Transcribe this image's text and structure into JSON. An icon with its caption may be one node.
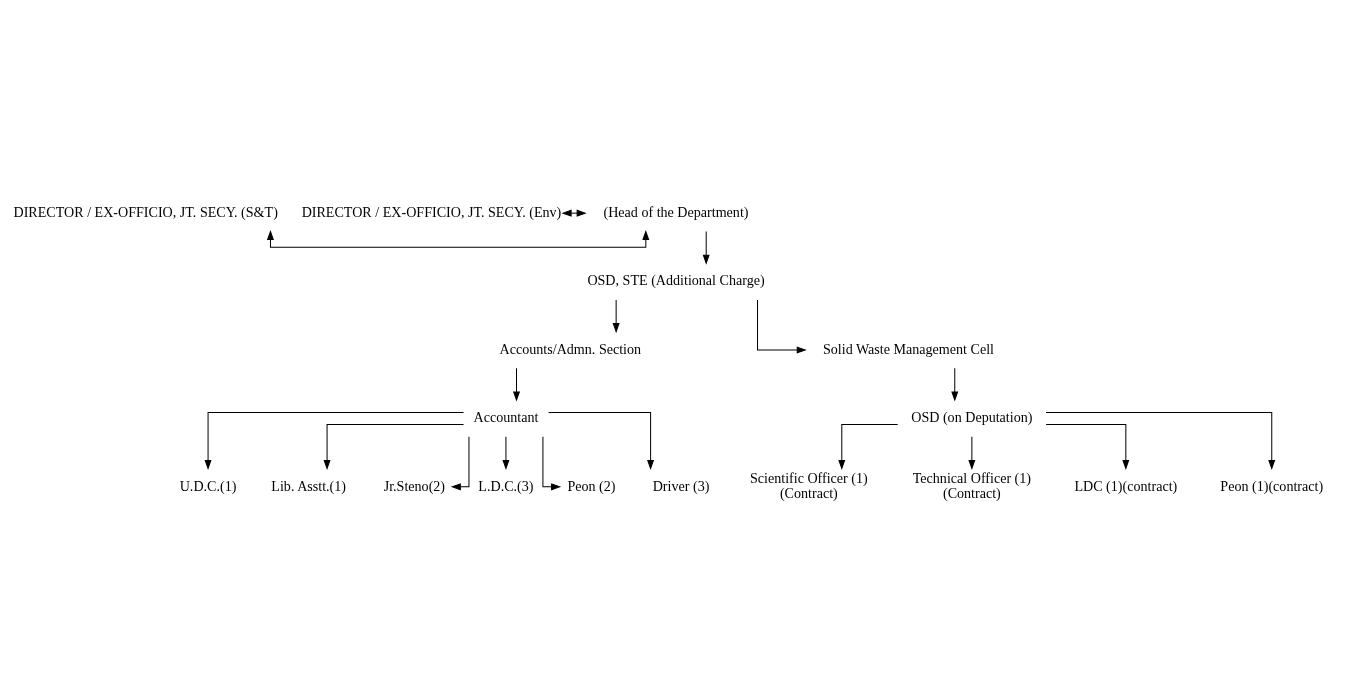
{
  "diagram": {
    "nodes": [
      {
        "text": [
          "DIRECTOR / EX-OFFICIO, JT. SECY. (S&T)"
        ]
      },
      {
        "text": [
          "(Head of the Department)"
        ]
      },
      {
        "text": [
          "DIRECTOR / EX-OFFICIO, JT. SECY. (Env)"
        ]
      },
      {
        "text": [
          "OSD, STE (Additional Charge)"
        ]
      },
      {
        "text": [
          "Accounts/Admn. Section"
        ]
      },
      {
        "text": [
          "Solid Waste Management Cell"
        ]
      },
      {
        "text": [
          "Accountant"
        ]
      },
      {
        "text": [
          "OSD (on Deputation)"
        ]
      },
      {
        "text": [
          "U.D.C.(1)"
        ]
      },
      {
        "text": [
          "Lib. Asstt.(1)"
        ]
      },
      {
        "text": [
          "Jr.Steno(2)"
        ]
      },
      {
        "text": [
          "L.D.C.(3)"
        ]
      },
      {
        "text": [
          "Peon (2)"
        ]
      },
      {
        "text": [
          "Driver (3)"
        ]
      },
      {
        "text": [
          "Scientific Officer (1)",
          "(Contract)"
        ]
      },
      {
        "text": [
          "Technical Officer (1)",
          "(Contract)"
        ]
      },
      {
        "text": [
          "LDC (1)(contract)"
        ]
      },
      {
        "text": [
          "Peon (1)(contract)"
        ]
      }
    ],
    "edges": [
      {
        "from": 0,
        "to": 1,
        "arrow": "both"
      },
      {
        "from": 2,
        "to": 1,
        "arrow": "both"
      },
      {
        "from": 1,
        "to": 3,
        "arrow": "to"
      },
      {
        "from": 3,
        "to": 4,
        "arrow": "to"
      },
      {
        "from": 3,
        "to": 5,
        "arrow": "to"
      },
      {
        "from": 4,
        "to": 6,
        "arrow": "to"
      },
      {
        "from": 5,
        "to": 7,
        "arrow": "to"
      },
      {
        "from": 6,
        "to": 8,
        "arrow": "to"
      },
      {
        "from": 6,
        "to": 9,
        "arrow": "to"
      },
      {
        "from": 6,
        "to": 10,
        "arrow": "to"
      },
      {
        "from": 6,
        "to": 11,
        "arrow": "to"
      },
      {
        "from": 6,
        "to": 12,
        "arrow": "to"
      },
      {
        "from": 6,
        "to": 13,
        "arrow": "to"
      },
      {
        "from": 7,
        "to": 14,
        "arrow": "to"
      },
      {
        "from": 7,
        "to": 15,
        "arrow": "to"
      },
      {
        "from": 7,
        "to": 16,
        "arrow": "to"
      },
      {
        "from": 7,
        "to": 17,
        "arrow": "to"
      }
    ]
  }
}
